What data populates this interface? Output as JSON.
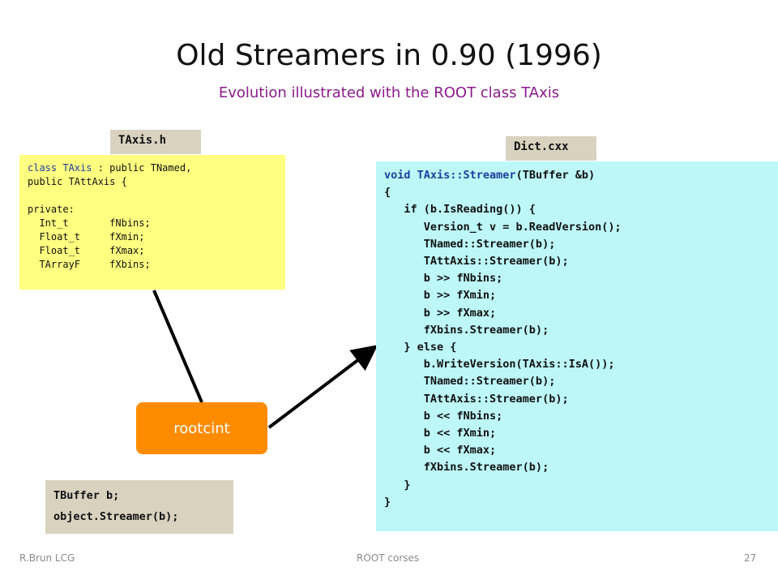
{
  "slide": {
    "title": "Old Streamers in 0.90 (1996)",
    "subtitle": "Evolution illustrated with the ROOT class TAxis"
  },
  "header_file": {
    "label": "TAxis.h",
    "lines": [
      "class TAxis : public TNamed,",
      "public TAttAxis {",
      "",
      "private:",
      "  Int_t       fNbins;",
      "  Float_t     fXmin;",
      "  Float_t     fXmax;",
      "  TArrayF     fXbins;"
    ]
  },
  "dict_file": {
    "label": "Dict.cxx",
    "lines": [
      "void TAxis::Streamer(TBuffer &b)",
      "{",
      "   if (b.IsReading()) {",
      "      Version_t v = b.ReadVersion();",
      "      TNamed::Streamer(b);",
      "      TAttAxis::Streamer(b);",
      "      b >> fNbins;",
      "      b >> fXmin;",
      "      b >> fXmax;",
      "      fXbins.Streamer(b);",
      "   } else {",
      "      b.WriteVersion(TAxis::IsA());",
      "      TNamed::Streamer(b);",
      "      TAttAxis::Streamer(b);",
      "      b << fNbins;",
      "      b << fXmin;",
      "      b << fXmax;",
      "      fXbins.Streamer(b);",
      "   }",
      "}"
    ]
  },
  "usage": {
    "lines": [
      "TBuffer b;",
      "object.Streamer(b);"
    ]
  },
  "tool": {
    "label": "rootcint"
  },
  "footer": {
    "author": "R.Brun LCG",
    "course": "ROOT corses",
    "page": "27"
  },
  "colors": {
    "subtitle": "#8b1a8b",
    "keyword": "#1c3fa0",
    "header_bg": "#ffff80",
    "dict_bg": "#bdf7f7",
    "tag_bg": "#d8d2bf",
    "tool_bg": "#ff8c00",
    "arrow": "#000000"
  }
}
